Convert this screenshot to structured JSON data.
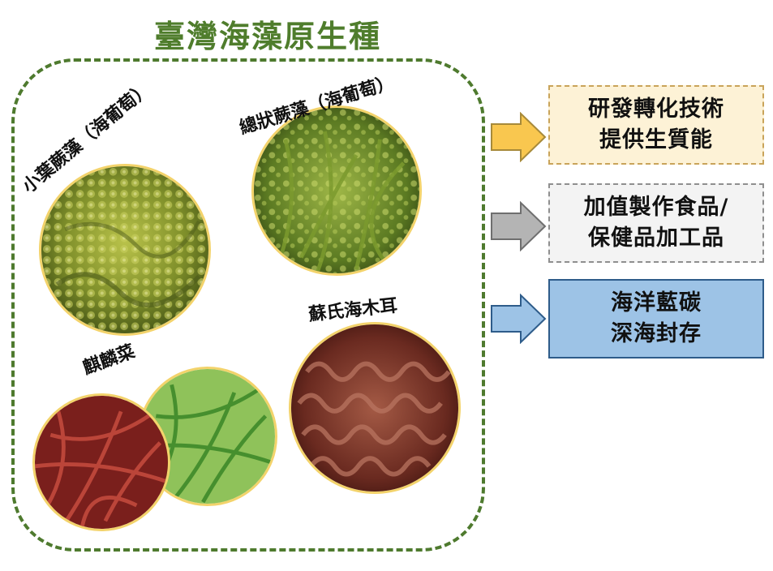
{
  "title": "臺灣海藻原生種",
  "species": {
    "small_leaf": "小葉蕨藻（海葡萄）",
    "tufted": "總狀蕨藻（海葡萄）",
    "suaeda": "蘇氏海木耳",
    "qilin": "麒麟菜"
  },
  "outcomes": [
    {
      "lines": [
        "研發轉化技術",
        "提供生質能"
      ],
      "arrow_color": "#f9c74f"
    },
    {
      "lines": [
        "加值製作食品/",
        "保健品加工品"
      ],
      "arrow_color": "#b4b4b4"
    },
    {
      "lines": [
        "海洋藍碳",
        "深海封存"
      ],
      "arrow_color": "#9dc3e6"
    }
  ],
  "colors": {
    "title": "#4f7d2c",
    "dashed_border": "#4e7a2e"
  }
}
